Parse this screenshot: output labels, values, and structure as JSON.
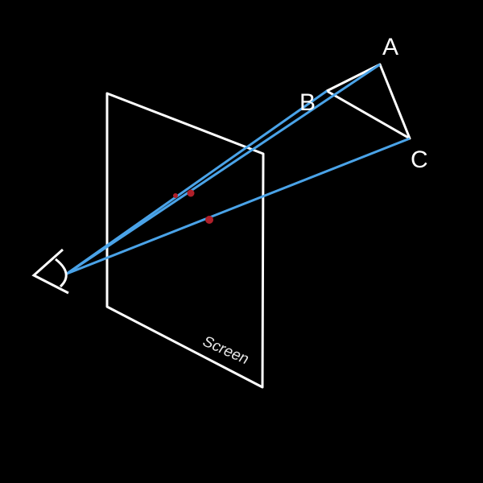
{
  "labels": {
    "a": "A",
    "b": "B",
    "c": "C",
    "screen": "Screen"
  },
  "colors": {
    "background": "#000000",
    "outline": "#ffffff",
    "ray": "#4aa3e8",
    "projection_point": "#b0202a"
  }
}
